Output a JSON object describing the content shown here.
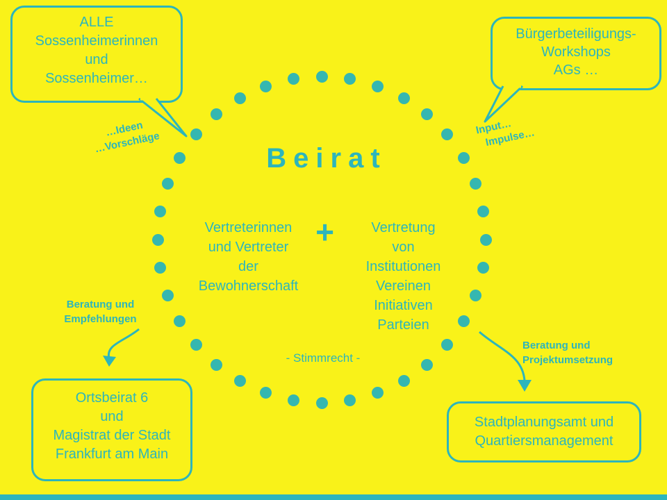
{
  "colors": {
    "background": "#f9f219",
    "teal": "#2db5bb",
    "dot": "#35b7b0"
  },
  "circle": {
    "dot_count": 36
  },
  "center": {
    "title": "Beirat",
    "plus": "+",
    "left_block": {
      "lines": [
        "Vertreterinnen",
        "und Vertreter",
        "der",
        "Bewohnerschaft"
      ]
    },
    "right_block": {
      "lines": [
        "Vertretung",
        "von",
        "Institutionen",
        "Vereinen",
        "Initiativen",
        "Parteien"
      ]
    },
    "stimmrecht": "- Stimmrecht -"
  },
  "bubbles": {
    "top_left": {
      "lines": [
        "ALLE",
        "Sossenheimerinnen",
        "und",
        "Sossenheimer…"
      ]
    },
    "top_right": {
      "lines": [
        "Bürgerbeteiligungs-",
        "Workshops",
        "AGs …"
      ]
    },
    "bottom_left": {
      "lines": [
        "Ortsbeirat 6",
        "und",
        "Magistrat der Stadt",
        "Frankfurt am Main"
      ]
    },
    "bottom_right": {
      "lines": [
        "Stadtplanungsamt und",
        "Quartiersmanagement"
      ]
    }
  },
  "labels": {
    "ideen": {
      "lines": [
        "…Ideen",
        "…Vorschläge"
      ]
    },
    "input": {
      "lines": [
        "Input…",
        "Impulse…"
      ]
    },
    "beratung_links": {
      "lines": [
        "Beratung und",
        "Empfehlungen"
      ]
    },
    "beratung_rechts": {
      "lines": [
        "Beratung und",
        "Projektumsetzung"
      ]
    }
  }
}
